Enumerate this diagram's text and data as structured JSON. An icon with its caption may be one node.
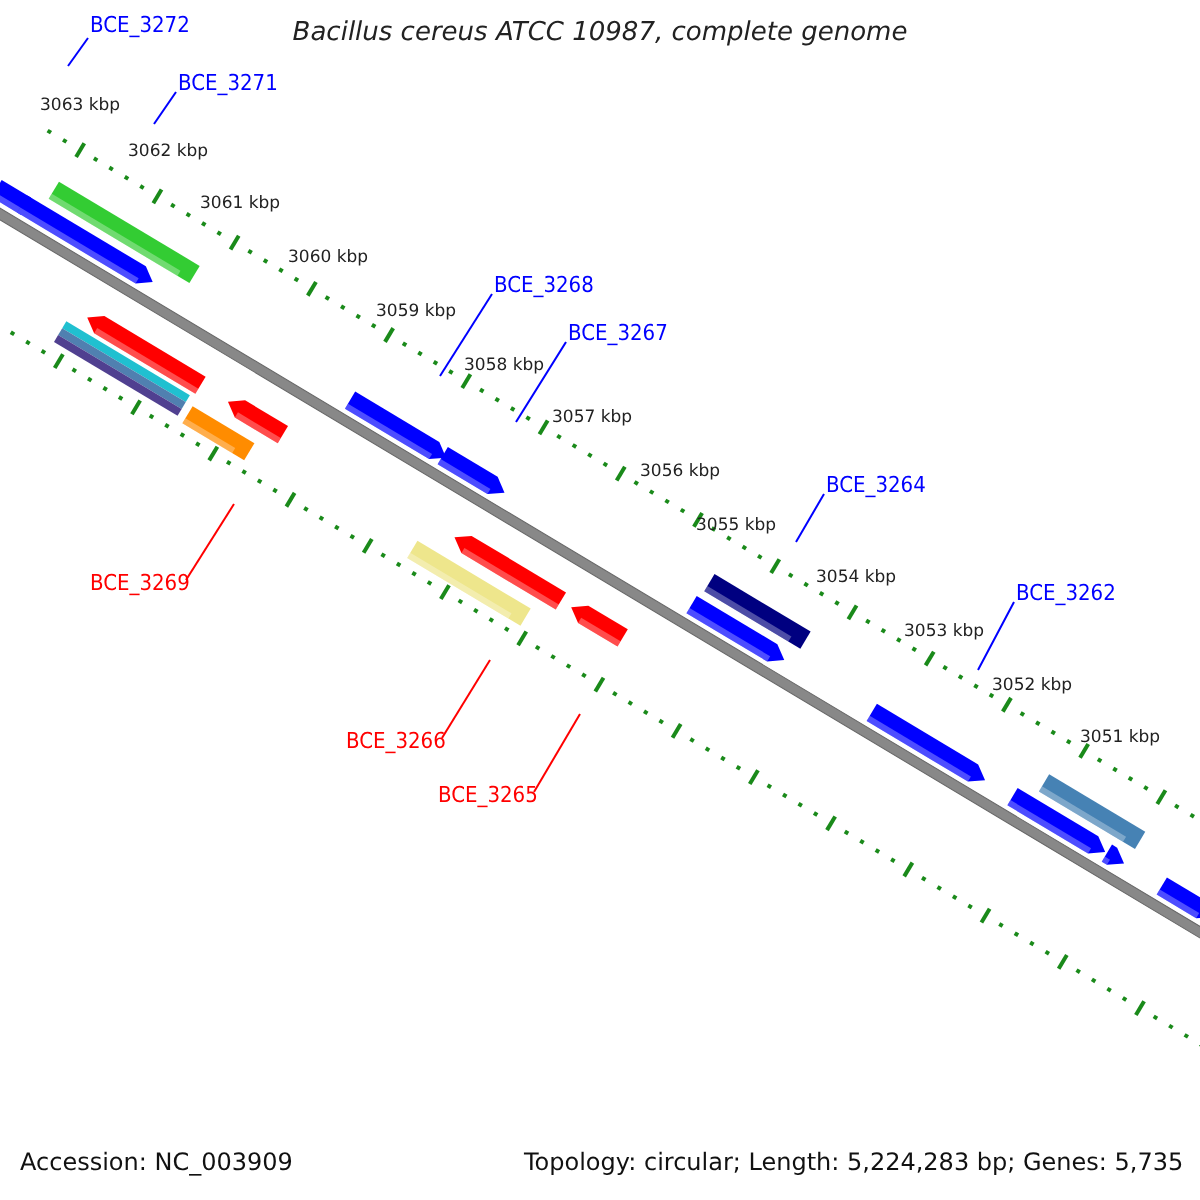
{
  "diagram": {
    "title": "Bacillus cereus ATCC 10987, complete genome",
    "nodes": [
      {
        "text": [
          "BCE_3272"
        ]
      },
      {
        "text": [
          "BCE_3271"
        ]
      },
      {
        "text": [
          "BCE_3268"
        ]
      },
      {
        "text": [
          "BCE_3267"
        ]
      },
      {
        "text": [
          "BCE_3264"
        ]
      },
      {
        "text": [
          "BCE_3262"
        ]
      },
      {
        "text": [
          "BCE_3269"
        ]
      },
      {
        "text": [
          "BCE_3266"
        ]
      },
      {
        "text": [
          "BCE_3265"
        ]
      }
    ],
    "edges": [
      {
        "from": 0,
        "to": null,
        "arrow": "none"
      },
      {
        "from": 1,
        "to": null,
        "arrow": "none"
      },
      {
        "from": 2,
        "to": null,
        "arrow": "none"
      },
      {
        "from": 3,
        "to": null,
        "arrow": "none"
      },
      {
        "from": 4,
        "to": null,
        "arrow": "none"
      },
      {
        "from": 5,
        "to": null,
        "arrow": "none"
      },
      {
        "from": 6,
        "to": null,
        "arrow": "none",
        "color": "#ff0000"
      },
      {
        "from": 7,
        "to": null,
        "arrow": "none",
        "color": "#ff0000"
      },
      {
        "from": 8,
        "to": null,
        "arrow": "none",
        "color": "#ff0000"
      }
    ],
    "labels": [
      "3063 kbp",
      "3062 kbp",
      "3061 kbp",
      "3060 kbp",
      "3059 kbp",
      "3058 kbp",
      "3057 kbp",
      "3056 kbp",
      "3055 kbp",
      "3054 kbp",
      "3053 kbp",
      "3052 kbp",
      "3051 kbp",
      "Accession: NC_003909",
      "Topology: circular; Length: 5,224,283 bp; Genes: 5,735"
    ]
  }
}
